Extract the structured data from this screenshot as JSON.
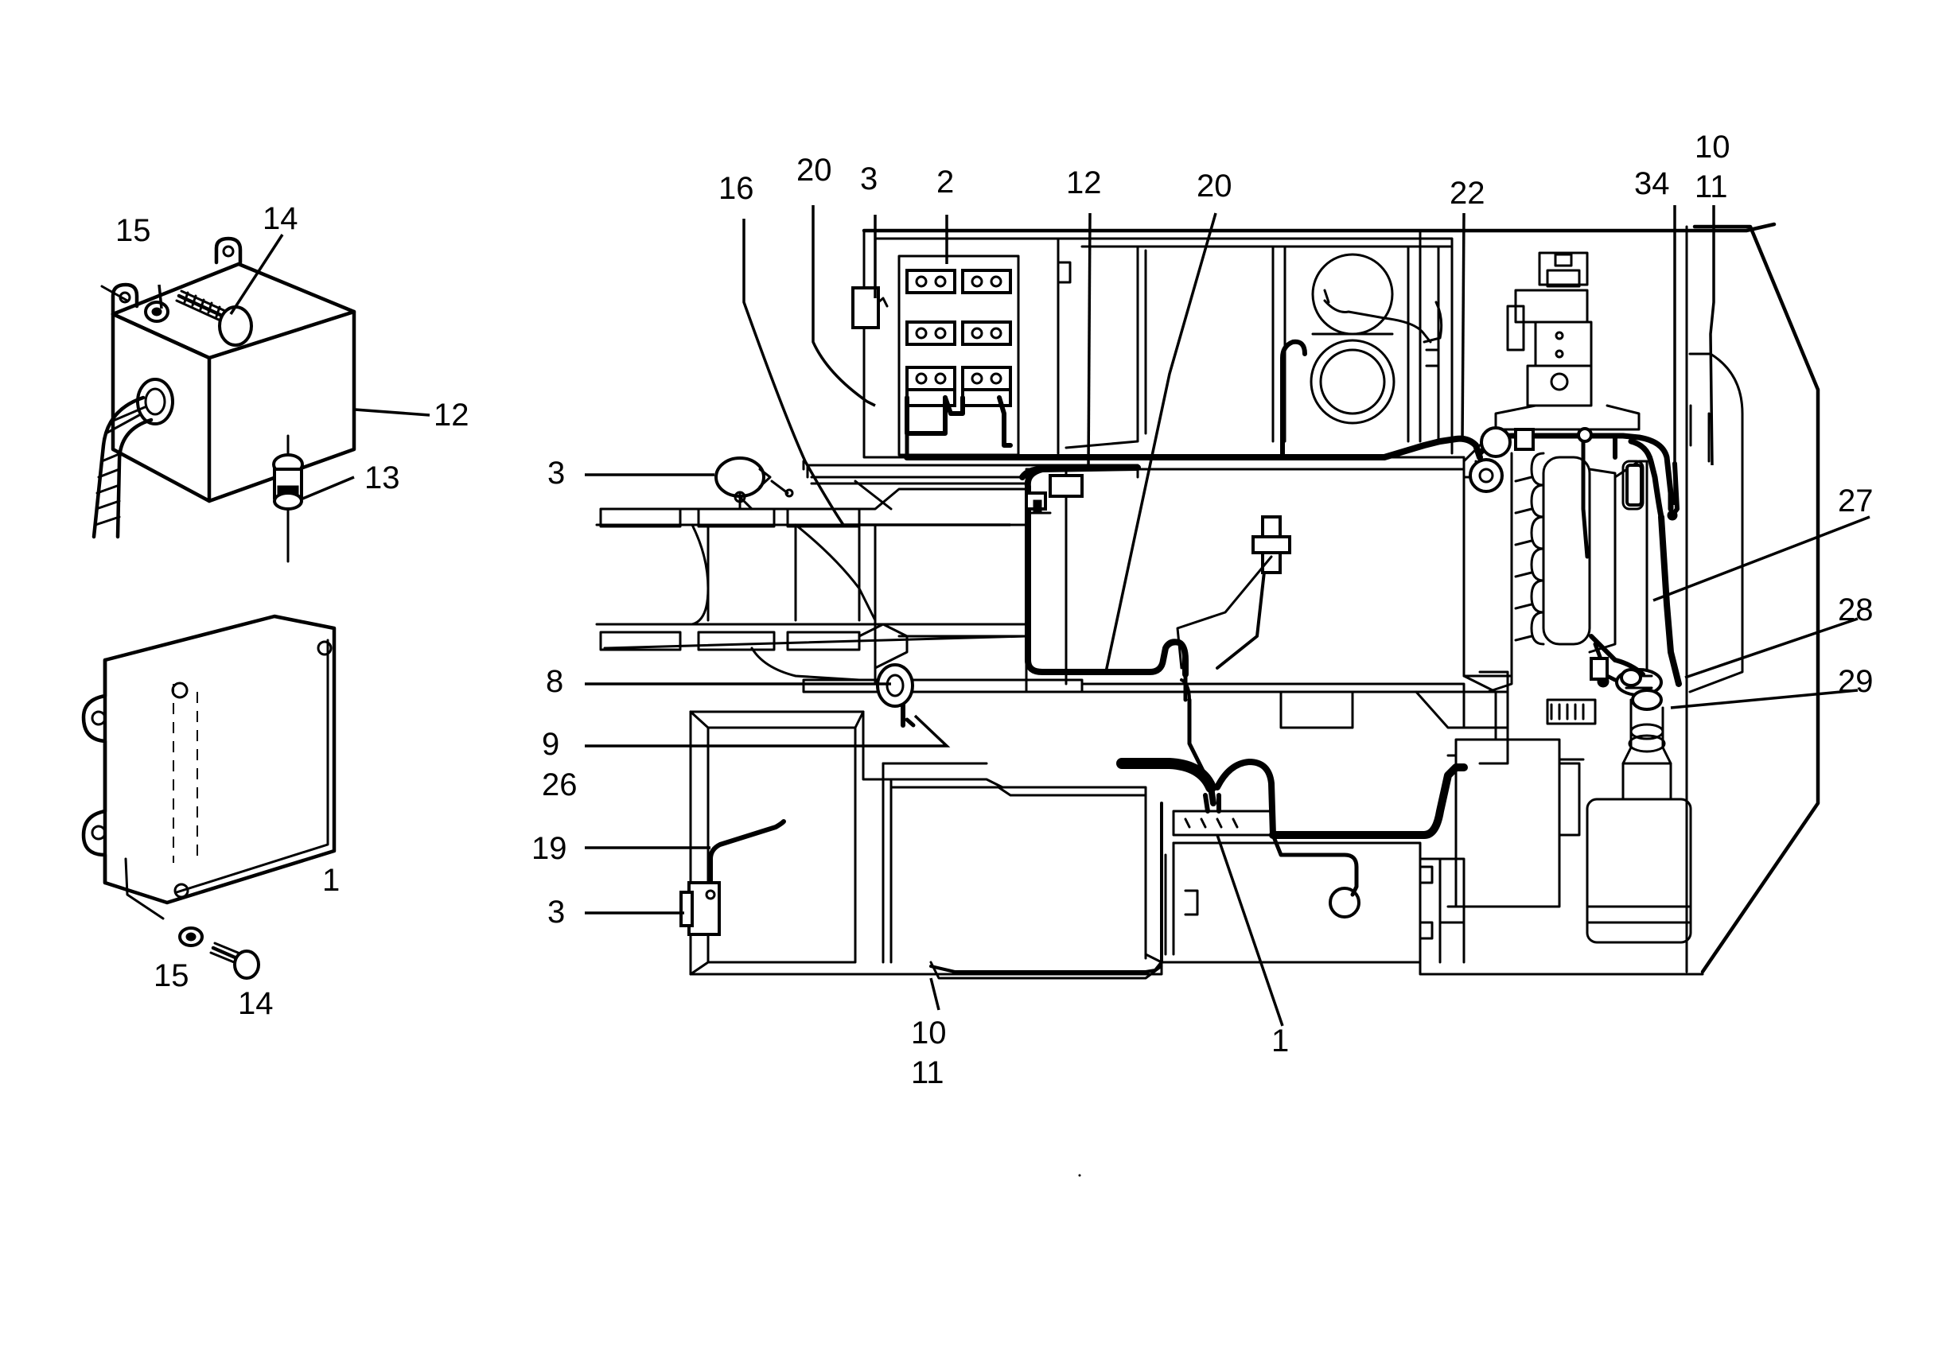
{
  "diagram": {
    "callouts": {
      "c1": "1",
      "c2": "2",
      "c3": "3",
      "c8": "8",
      "c9": "9",
      "c10": "10",
      "c11": "11",
      "c12": "12",
      "c13": "13",
      "c14": "14",
      "c15": "15",
      "c16": "16",
      "c19": "19",
      "c20": "20",
      "c22": "22",
      "c26": "26",
      "c27": "27",
      "c28": "28",
      "c29": "29",
      "c34": "34"
    }
  }
}
